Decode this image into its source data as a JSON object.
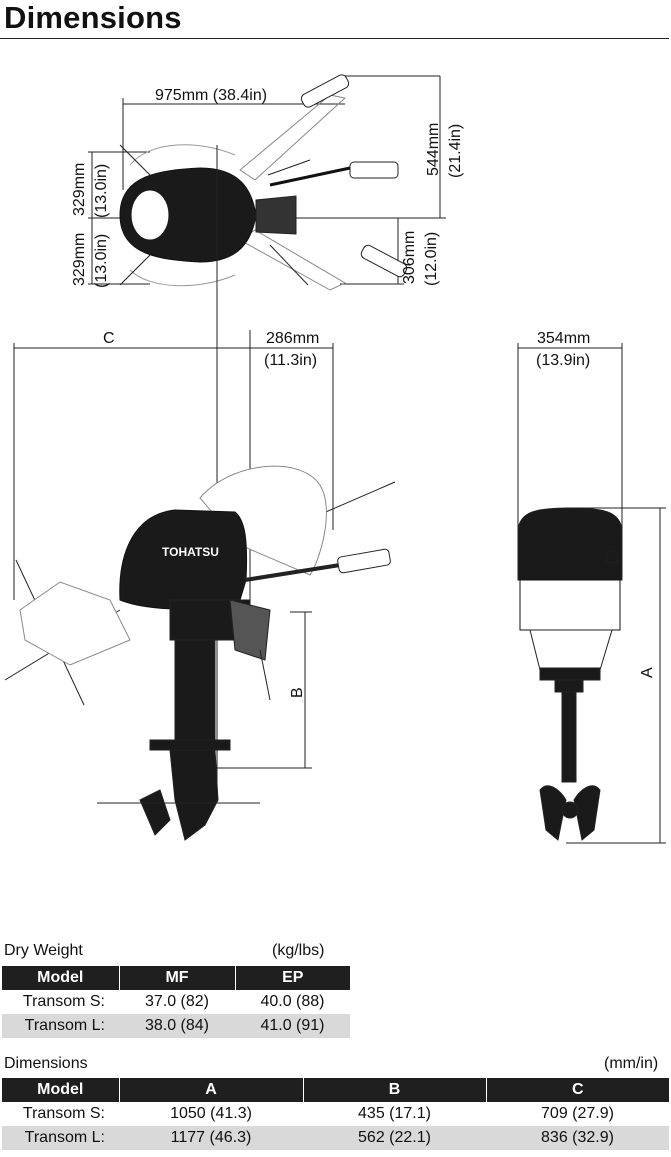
{
  "title": "Dimensions",
  "brand_label": "TOHATSU",
  "dimension_labels": {
    "overall_width": "975mm (38.4in)",
    "tiller_swing": "544mm",
    "tiller_swing_in": "(21.4in)",
    "left_half_upper": "329mm",
    "left_half_upper_in": "(13.0in)",
    "left_half_lower": "329mm",
    "left_half_lower_in": "(13.0in)",
    "right_lower": "306mm",
    "right_lower_in": "(12.0in)",
    "c_label": "C",
    "tiller_length": "286mm",
    "tiller_length_in": "(11.3in)",
    "rear_width": "354mm",
    "rear_width_in": "(13.9in)",
    "a_label": "A",
    "b_label": "B"
  },
  "dry_weight": {
    "heading": "Dry Weight",
    "unit": "(kg/lbs)",
    "columns": [
      "Model",
      "MF",
      "EP"
    ],
    "rows": [
      [
        "Transom S:",
        "37.0 (82)",
        "40.0 (88)"
      ],
      [
        "Transom L:",
        "38.0 (84)",
        "41.0 (91)"
      ]
    ]
  },
  "dimensions_table": {
    "heading": "Dimensions",
    "unit": "(mm/in)",
    "columns": [
      "Model",
      "A",
      "B",
      "C"
    ],
    "rows": [
      [
        "Transom S:",
        "1050 (41.3)",
        "435 (17.1)",
        "709 (27.9)"
      ],
      [
        "Transom L:",
        "1177 (46.3)",
        "562 (22.1)",
        "836 (32.9)"
      ]
    ]
  },
  "colors": {
    "header_bg": "#1f1f1f",
    "shade_row": "#d9d9d9",
    "engine": "#1a1a1a"
  }
}
